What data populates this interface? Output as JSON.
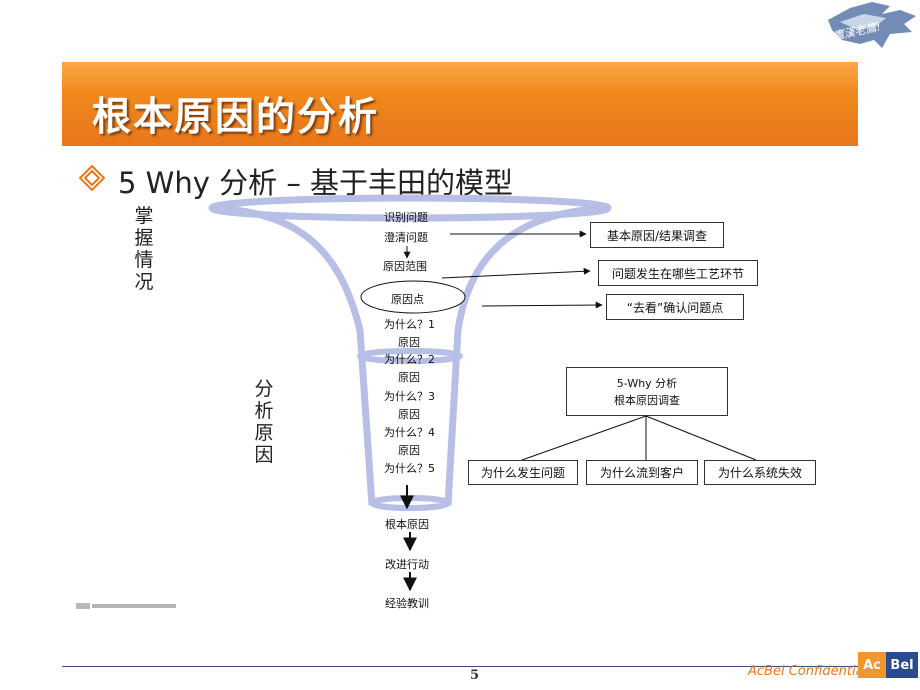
{
  "slide": {
    "title": "根本原因的分析",
    "subtitle": "5 Why 分析 – 基于丰田的模型",
    "page_number": "5",
    "confidential": "AcBel Confidential",
    "logo_left": "Ac",
    "logo_right": "Bel"
  },
  "side_labels": {
    "grasp": "掌握情况",
    "analyze": "分析原因"
  },
  "flow": {
    "identify": "识别问题",
    "clarify": "澄清问题",
    "scope": "原因范围",
    "point": "原因点",
    "why1": "为什么？1",
    "cause1": "原因",
    "why2": "为什么？2",
    "cause2": "原因",
    "why3": "为什么？3",
    "cause3": "原因",
    "why4": "为什么？4",
    "cause4": "原因",
    "why5": "为什么？5",
    "root": "根本原因",
    "action": "改进行动",
    "lessons": "经验教训"
  },
  "callouts": {
    "root_result": "基本原因/结果调查",
    "process": "问题发生在哪些工艺环节",
    "go_see": "“去看”确认问题点"
  },
  "tree": {
    "title_line1": "5-Why 分析",
    "title_line2": "根本原因调查",
    "child1": "为什么发生问题",
    "child2": "为什么流到客户",
    "child3": "为什么系统失效"
  }
}
